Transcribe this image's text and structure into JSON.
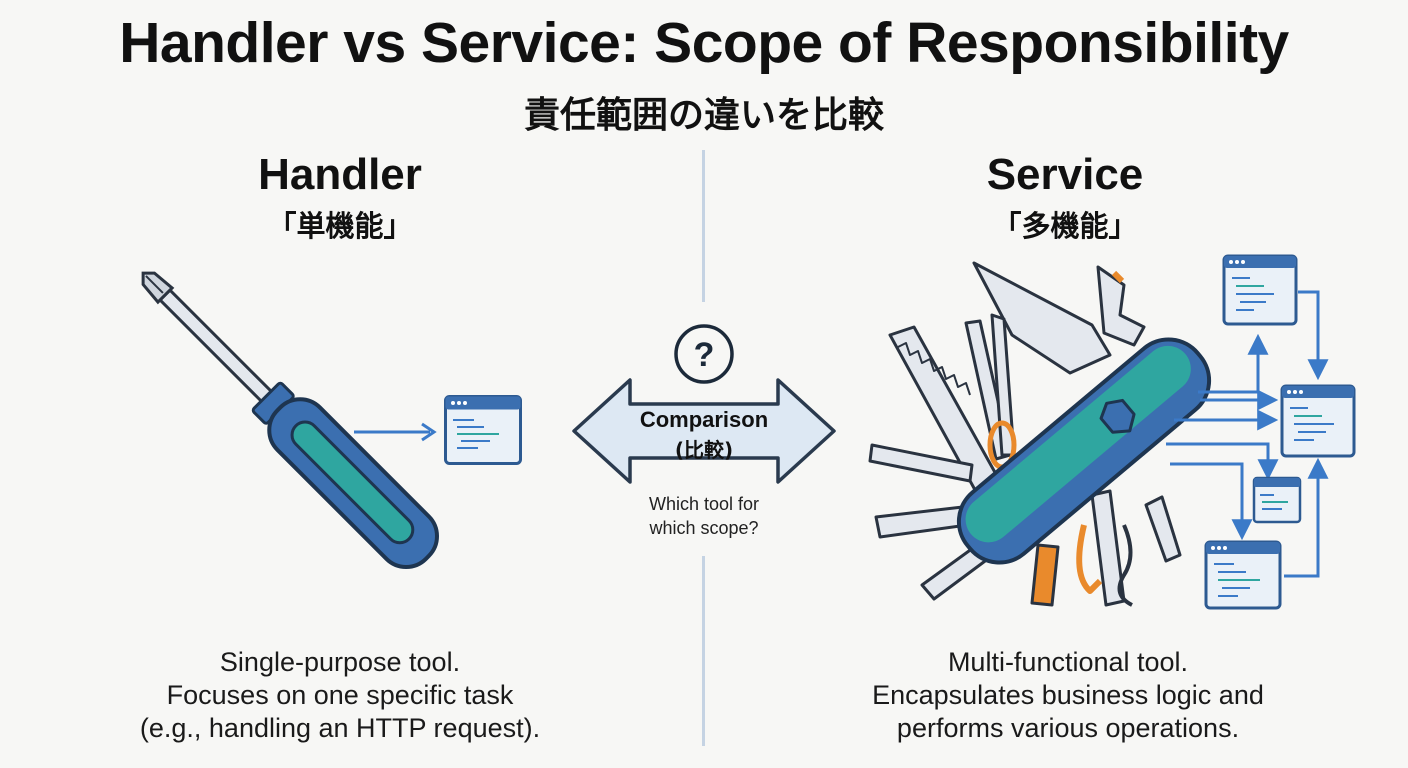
{
  "title": "Handler vs Service: Scope of Responsibility",
  "subtitle": "責任範囲の違いを比較",
  "handler": {
    "heading": "Handler",
    "subheading": "「単機能」",
    "description": [
      "Single-purpose tool.",
      "Focuses on one specific task",
      "(e.g., handling an HTTP request)."
    ],
    "icon": "screwdriver-icon"
  },
  "service": {
    "heading": "Service",
    "subheading": "「多機能」",
    "description": [
      "Multi-functional tool.",
      "Encapsulates business logic and",
      "performs various operations."
    ],
    "icon": "swiss-army-knife-icon"
  },
  "comparison": {
    "label": "Comparison",
    "label_jp": "(比較)",
    "question": [
      "Which tool for",
      "which scope?"
    ],
    "symbol": "?",
    "icon": "double-arrow-icon"
  },
  "colors": {
    "blue": "#3b6fb0",
    "dark_blue": "#2d5a91",
    "teal": "#2fa6a0",
    "orange": "#e98a2c",
    "light_blue": "#dde8f3",
    "divider": "#c5d3e3"
  }
}
